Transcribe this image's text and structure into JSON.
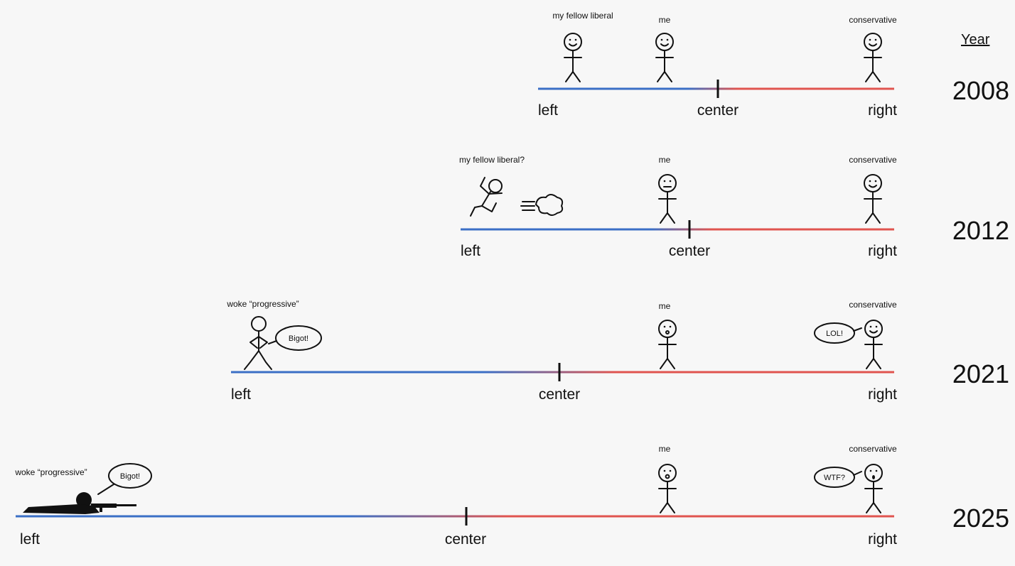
{
  "year_header": "Year",
  "rows": [
    {
      "year": "2008",
      "labels": {
        "left": "left",
        "center": "center",
        "right": "right"
      },
      "figures": {
        "fellow": "my fellow liberal",
        "me": "me",
        "conservative": "conservative"
      }
    },
    {
      "year": "2012",
      "labels": {
        "left": "left",
        "center": "center",
        "right": "right"
      },
      "figures": {
        "fellow": "my fellow liberal?",
        "me": "me",
        "conservative": "conservative"
      }
    },
    {
      "year": "2021",
      "labels": {
        "left": "left",
        "center": "center",
        "right": "right"
      },
      "figures": {
        "woke": "woke “progressive”",
        "me": "me",
        "conservative": "conservative"
      },
      "bubbles": {
        "woke": "Bigot!",
        "conservative": "LOL!"
      }
    },
    {
      "year": "2025",
      "labels": {
        "left": "left",
        "center": "center",
        "right": "right"
      },
      "figures": {
        "woke": "woke “progressive”",
        "me": "me",
        "conservative": "conservative"
      },
      "bubbles": {
        "woke": "Bigot!",
        "conservative": "WTF?"
      }
    }
  ],
  "colors": {
    "left": "#3b6fc6",
    "right": "#e0544f",
    "ink": "#111111"
  }
}
